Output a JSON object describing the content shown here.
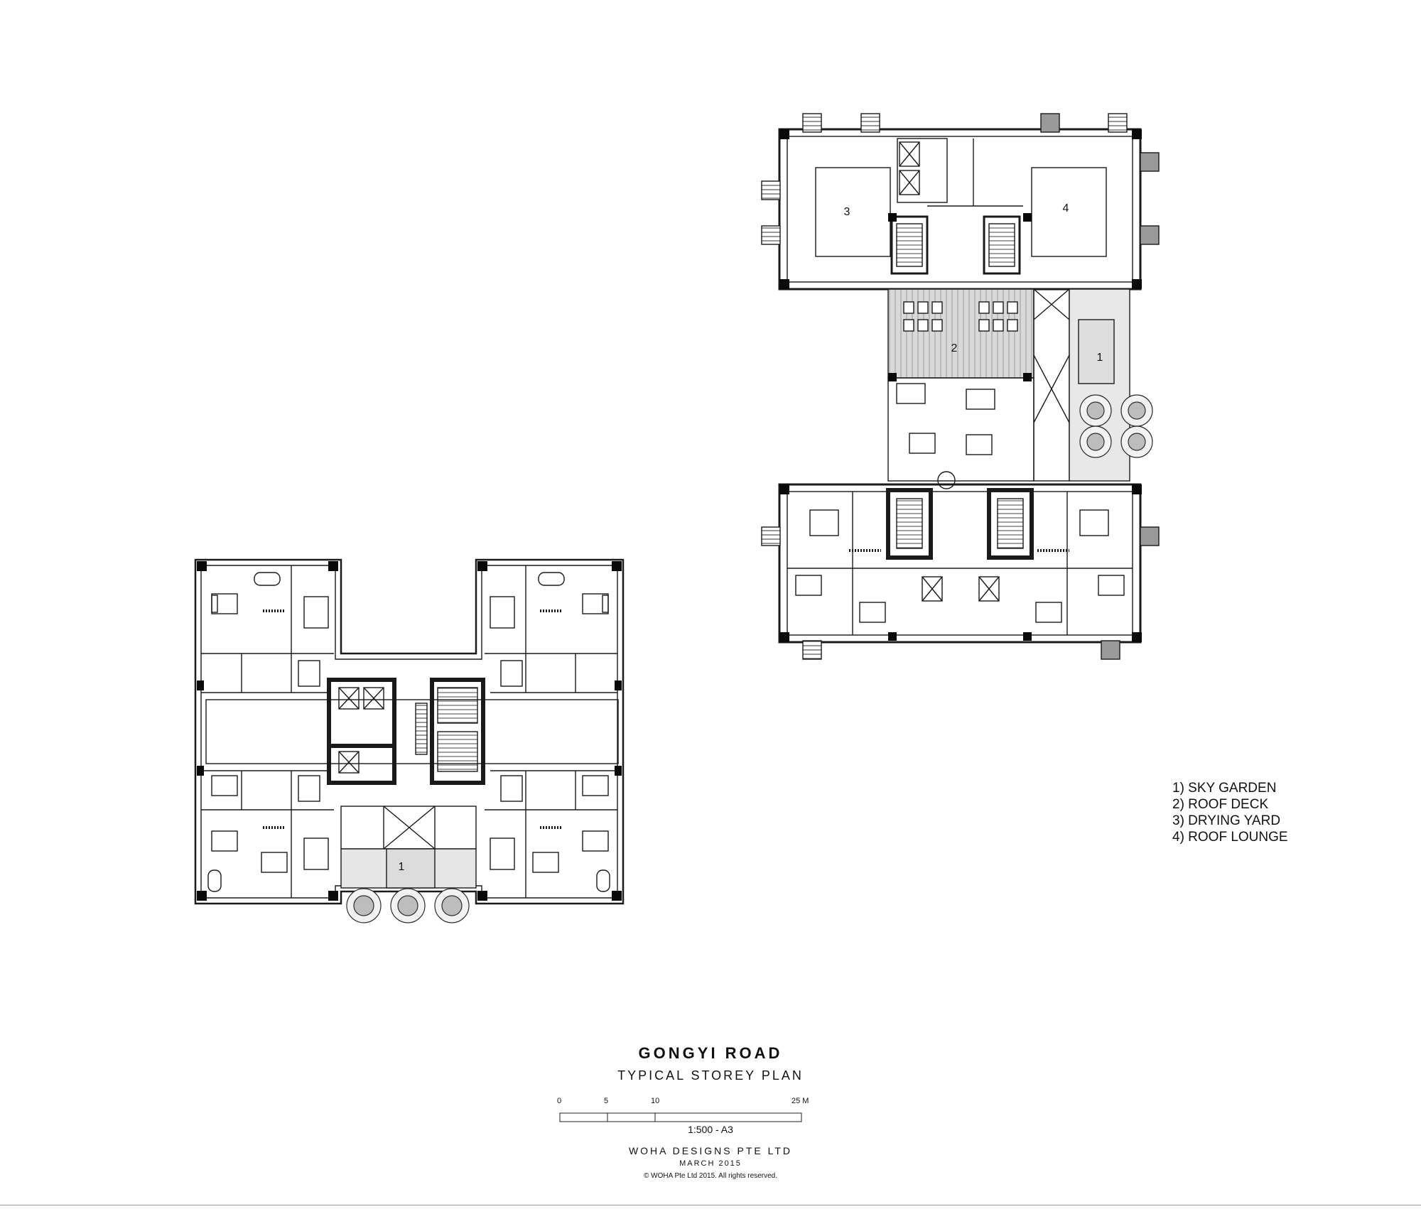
{
  "drawing": {
    "project_title": "GONGYI ROAD",
    "sheet_title": "TYPICAL STOREY PLAN",
    "scale_ratio": "1:500 - A3",
    "firm": "WOHA DESIGNS PTE LTD",
    "date": "MARCH 2015",
    "copyright": "© WOHA Pte Ltd 2015.  All rights reserved."
  },
  "scale_bar": {
    "ticks": [
      "0",
      "5",
      "10",
      "25 M"
    ]
  },
  "legend": {
    "items": [
      "1) SKY GARDEN",
      "2) ROOF DECK",
      "3) DRYING YARD",
      "4) ROOF LOUNGE"
    ]
  },
  "plan_labels": {
    "sky_garden_left": "1",
    "sky_garden_right": "1",
    "roof_deck": "2",
    "drying_yard": "3",
    "roof_lounge": "4"
  },
  "colors": {
    "line": "#1a1a1a",
    "hatch_fill": "#d6d6d6",
    "column": "#0a0a0a",
    "tree": "#3a3a3a"
  }
}
